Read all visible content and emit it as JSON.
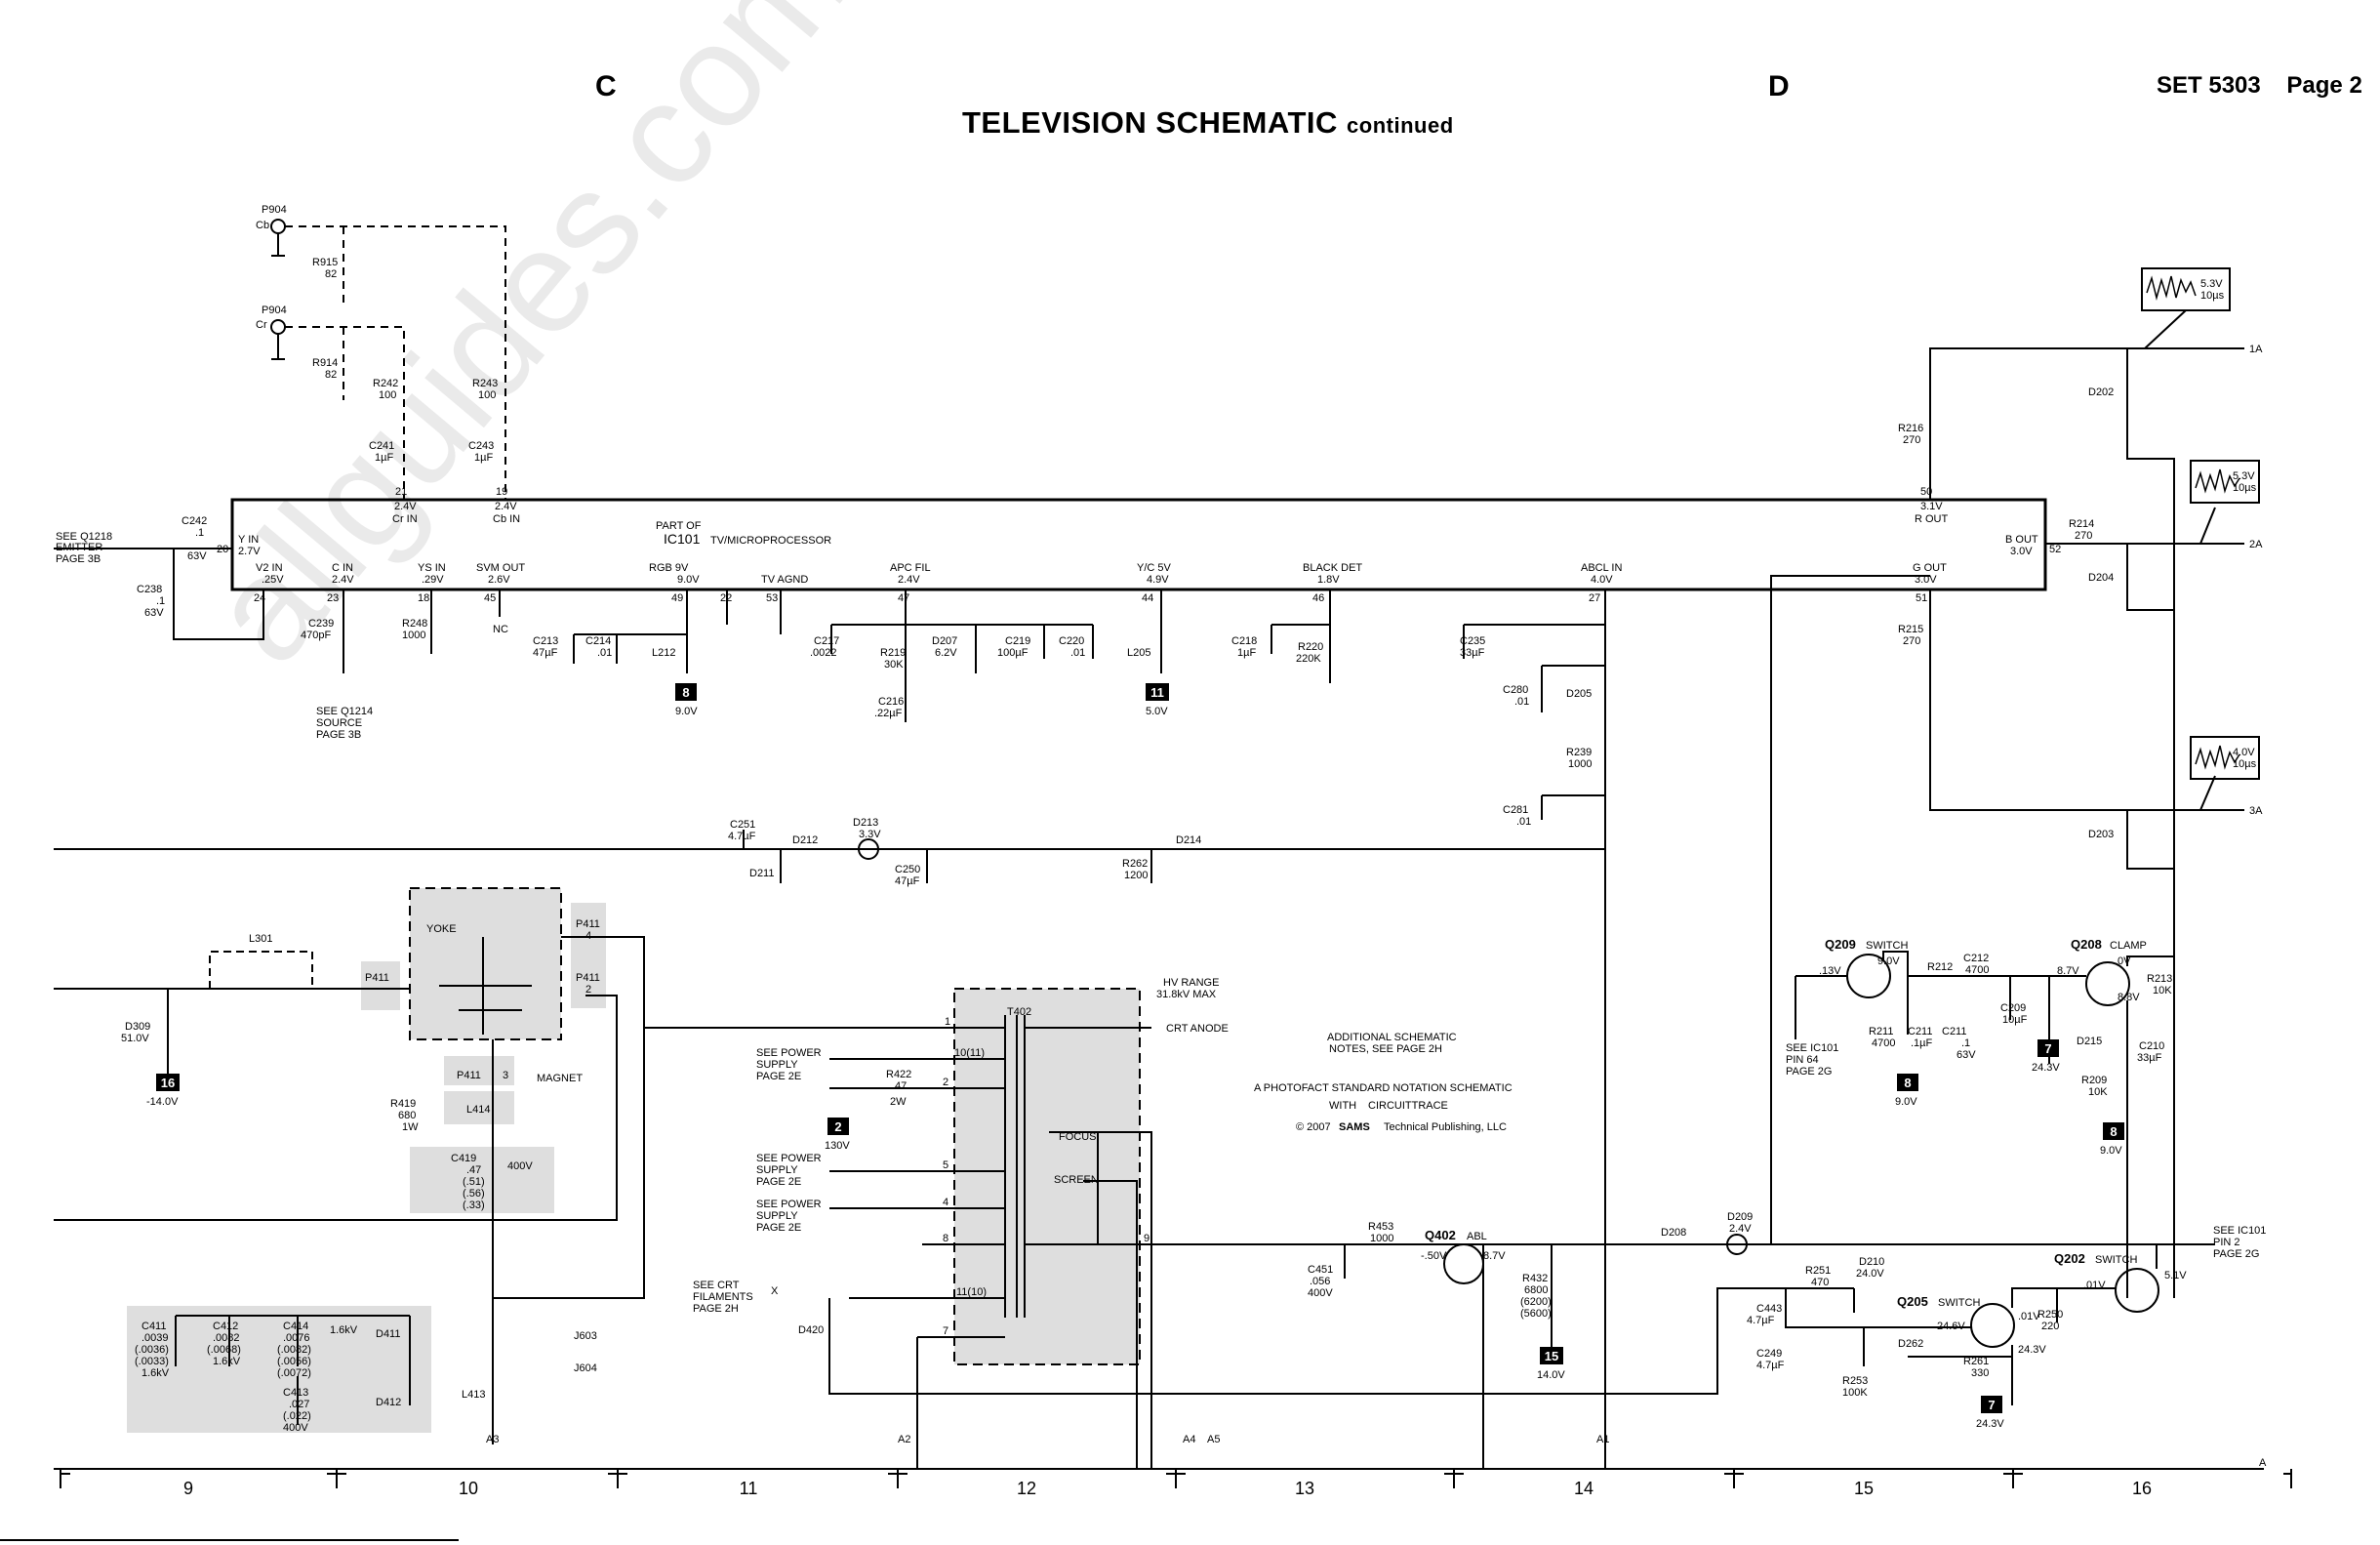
{
  "header": {
    "zone_left": "C",
    "zone_right": "D",
    "set_number": "SET 5303",
    "page_label": "Page 2",
    "title": "TELEVISION SCHEMATIC",
    "title_suffix": "continued"
  },
  "watermark": "allguides.com",
  "ic": {
    "name_part": "PART OF",
    "name": "IC101",
    "name_desc": "TV/MICROPROCESSOR",
    "top_pins": [
      {
        "num": "21",
        "volt": "2.4V",
        "label": "Cr IN"
      },
      {
        "num": "19",
        "volt": "2.4V",
        "label": "Cb IN"
      },
      {
        "num": "50",
        "volt": "3.1V",
        "label": "R OUT"
      }
    ],
    "left_pin": {
      "num": "20",
      "label": "Y IN",
      "volt": "2.7V"
    },
    "right_pin": {
      "num": "52",
      "label": "B OUT",
      "volt": "3.0V"
    },
    "bottom_pins": [
      {
        "num": "24",
        "label": "V2 IN",
        "volt": ".25V"
      },
      {
        "num": "23",
        "label": "C IN",
        "volt": "2.4V"
      },
      {
        "num": "18",
        "label": "YS IN",
        "volt": ".29V"
      },
      {
        "num": "45",
        "label": "SVM OUT",
        "volt": "2.6V"
      },
      {
        "num": "49",
        "label": "RGB 9V",
        "volt": "9.0V"
      },
      {
        "num": "22",
        "label": "",
        "volt": ""
      },
      {
        "num": "53",
        "label": "TV AGND",
        "volt": ""
      },
      {
        "num": "47",
        "label": "APC FIL",
        "volt": "2.4V"
      },
      {
        "num": "44",
        "label": "Y/C 5V",
        "volt": "4.9V"
      },
      {
        "num": "46",
        "label": "BLACK DET",
        "volt": "1.8V"
      },
      {
        "num": "27",
        "label": "ABCL IN",
        "volt": "4.0V"
      },
      {
        "num": "51",
        "label": "G OUT",
        "volt": "3.0V"
      }
    ]
  },
  "components": {
    "p904_cb": "P904",
    "cb": "Cb",
    "p904_cr": "P904",
    "cr": "Cr",
    "r915": "R915",
    "r915_v": "82",
    "r914": "R914",
    "r914_v": "82",
    "r242": "R242",
    "r242_v": "100",
    "r243": "R243",
    "r243_v": "100",
    "c241": "C241",
    "c241_v": "1µF",
    "c243": "C243",
    "c243_v": "1µF",
    "c242": "C242",
    "c242_v1": ".1",
    "c242_v2": "63V",
    "c238": "C238",
    "c238_v1": ".1",
    "c238_v2": "63V",
    "c239": "C239",
    "c239_v": "470pF",
    "r248": "R248",
    "r248_v": "1000",
    "nc": "NC",
    "c213": "C213",
    "c213_v": "47µF",
    "c214": "C214",
    "c214_v": ".01",
    "l212": "L212",
    "c217": "C217",
    "c217_v": ".0022",
    "r219": "R219",
    "r219_v": "30K",
    "c216": "C216",
    "c216_v": ".22µF",
    "d207": "D207",
    "d207_v": "6.2V",
    "c219": "C219",
    "c219_v": "100µF",
    "c220": "C220",
    "c220_v": ".01",
    "l205": "L205",
    "c218": "C218",
    "c218_v": "1µF",
    "r220": "R220",
    "r220_v": "220K",
    "c235": "C235",
    "c235_v": "33µF",
    "c280": "C280",
    "c280_v": ".01",
    "d205": "D205",
    "r239": "R239",
    "r239_v": "1000",
    "c281": "C281",
    "c281_v": ".01",
    "r216": "R216",
    "r216_v": "270",
    "r214": "R214",
    "r214_v": "270",
    "r215": "R215",
    "r215_v": "270",
    "d202": "D202",
    "d204": "D204",
    "d203": "D203",
    "out_1a": "1A",
    "out_2a": "2A",
    "out_3a": "3A",
    "c251": "C251",
    "c251_v": "4.7µF",
    "d212": "D212",
    "d211": "D211",
    "d213": "D213",
    "d213_v": "3.3V",
    "c250": "C250",
    "c250_v": "47µF",
    "d214": "D214",
    "r262": "R262",
    "r262_v": "1200",
    "l301": "L301",
    "d309": "D309",
    "d309_v": "51.0V",
    "yoke": "YOKE",
    "p411": "P411",
    "p411_pin4": "4",
    "p411_pin2": "2",
    "p411_pin3": "3",
    "magnet": "MAGNET",
    "l414": "L414",
    "r419": "R419",
    "r419_v1": "680",
    "r419_v2": "1W",
    "c419": "C419",
    "c419_v1": ".47",
    "c419_v2": "(.51)",
    "c419_v3": "(.56)",
    "c419_v4": "(.33)",
    "c419_v5": "400V",
    "c411": "C411",
    "c411_v1": ".0039",
    "c411_v2": "(.0036)",
    "c411_v3": "(.0033)",
    "c411_v4": "1.6kV",
    "c412": "C412",
    "c412_v1": ".0082",
    "c412_v2": "(.0068)",
    "c412_v3": "1.6kV",
    "c414": "C414",
    "c414_v1": ".0076",
    "c414_v2": "(.0082)",
    "c414_v3": "(.0056)",
    "c414_v4": "(.0072)",
    "c414_v5": "1.6kV",
    "c413": "C413",
    "c413_v1": ".027",
    "c413_v2": "(.022)",
    "c413_v3": "400V",
    "d411": "D411",
    "d412": "D412",
    "l413": "L413",
    "j603": "J603",
    "j604": "J604",
    "t402": "T402",
    "hv_range": "HV RANGE",
    "hv_value": "31.8kV MAX",
    "crt_anode": "CRT ANODE",
    "sps1": "SEE POWER",
    "sps2": "SUPPLY",
    "sps3": "PAGE 2E",
    "r422": "R422",
    "r422_v1": ".47",
    "r422_v2": "2W",
    "focus": "FOCUS",
    "screen": "SCREEN",
    "crt_fil1": "SEE CRT",
    "crt_fil2": "FILAMENTS",
    "crt_fil3": "PAGE 2H",
    "d420": "D420",
    "x": "X",
    "t_pin1": "1",
    "t_pin10": "10(11)",
    "t_pin2": "2",
    "t_pin5": "5",
    "t_pin4": "4",
    "t_pin8": "8",
    "t_pin11": "11(10)",
    "t_pin7": "7",
    "t_pin9": "9",
    "notes1": "ADDITIONAL SCHEMATIC",
    "notes2": "NOTES, SEE PAGE 2H",
    "photofact": "A PHOTOFACT STANDARD NOTATION SCHEMATIC",
    "with": "WITH",
    "circuittrace": "CIRCUITTRACE",
    "copyright": "© 2007",
    "sams": "SAMS",
    "publisher": "Technical Publishing, LLC",
    "c451": "C451",
    "c451_v1": ".056",
    "c451_v2": "400V",
    "r453": "R453",
    "r453_v": "1000",
    "q402": "Q402",
    "q402_l": "ABL",
    "q402_v1": "-.50V",
    "q402_v2": "8.7V",
    "r432": "R432",
    "r432_v1": "6800",
    "r432_v2": "(6200)",
    "r432_v3": "(5600)",
    "d208": "D208",
    "d209": "D209",
    "d209_v": "2.4V",
    "see_ic101_1": "SEE IC101",
    "see_ic101_2": "PIN 2",
    "see_ic101_3": "PAGE 2G",
    "q209": "Q209",
    "q209_l": "SWITCH",
    "q209_v1": ".13V",
    "q209_v2": "9.0V",
    "r212": "R212",
    "c212": "C212",
    "c212_v": "4700",
    "q208": "Q208",
    "q208_l": "CLAMP",
    "q208_v1": "8.7V",
    "q208_v2": "0V",
    "q208_v3": "8.8V",
    "r213": "R213",
    "r213_v": "10K",
    "c209": "C209",
    "c209_v": "10µF",
    "r211": "R211",
    "r211_v": "4700",
    "c211": "C211",
    "c211_v": ".1µF",
    "c211b": "C211",
    "c211b_v1": ".1",
    "c211b_v2": "63V",
    "d215": "D215",
    "c210": "C210",
    "c210_v": "33µF",
    "r209": "R209",
    "r209_v": "10K",
    "see_ic101_64a": "SEE IC101",
    "see_ic101_64b": "PIN 64",
    "see_ic101_64c": "PAGE 2G",
    "r251": "R251",
    "r251_v": "470",
    "d210": "D210",
    "d210_v": "24.0V",
    "c443": "C443",
    "c443_v": "4.7µF",
    "q205": "Q205",
    "q205_l": "SWITCH",
    "q205_v1": "24.6V",
    "q205_v2": ".01V",
    "q205_v3": "24.3V",
    "r250": "R250",
    "r250_v": "220",
    "q202": "Q202",
    "q202_l": "SWITCH",
    "q202_v1": ".01V",
    "q202_v2": "5.1V",
    "c249": "C249",
    "c249_v": "4.7µF",
    "d262": "D262",
    "r253": "R253",
    "r253_v": "100K",
    "r261": "R261",
    "r261_v": "330",
    "see_q1218_1": "SEE Q1218",
    "see_q1218_2": "EMITTER",
    "see_q1218_3": "PAGE 3B",
    "see_q1214_1": "SEE Q1214",
    "see_q1214_2": "SOURCE",
    "see_q1214_3": "PAGE 3B",
    "scope1_v": "5.3V",
    "scope1_t": "10µs",
    "scope2_v": "5.3V",
    "scope2_t": "10µs",
    "scope3_v": "4.0V",
    "scope3_t": "10µs",
    "a3": "A3",
    "a2": "A2",
    "a4": "A4",
    "a5": "A5",
    "a1": "A1",
    "a_end": "A"
  },
  "supply_tags": [
    {
      "id": "8",
      "volt": "9.0V"
    },
    {
      "id": "11",
      "volt": "5.0V"
    },
    {
      "id": "16",
      "volt": "-14.0V"
    },
    {
      "id": "2",
      "volt": "130V"
    },
    {
      "id": "15",
      "volt": "14.0V"
    },
    {
      "id": "8",
      "volt": "9.0V"
    },
    {
      "id": "7",
      "volt": "24.3V"
    },
    {
      "id": "8",
      "volt": "9.0V"
    },
    {
      "id": "7",
      "volt": "24.3V"
    }
  ],
  "grid_columns": [
    "9",
    "10",
    "11",
    "12",
    "13",
    "14",
    "15",
    "16"
  ]
}
